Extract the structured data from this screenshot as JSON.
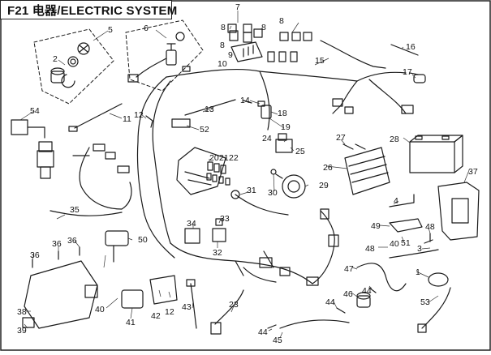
{
  "title": "F21 电器/ELECTRIC SYSTEM",
  "callouts": {
    "c1": "1",
    "c2": "2",
    "c3": "3",
    "c4": "4",
    "c5": "5",
    "c6": "6",
    "c7": "7",
    "c8a": "8",
    "c8b": "8",
    "c8c": "8",
    "c8d": "8",
    "c9": "9",
    "c10": "10",
    "c11": "11",
    "c12a": "12",
    "c12b": "12",
    "c13": "13",
    "c14": "14",
    "c15": "15",
    "c16": "16",
    "c17": "17",
    "c18": "18",
    "c19": "19",
    "c20": "20",
    "c21": "21",
    "c22": "22",
    "c23": "23",
    "c24": "24",
    "c25": "25",
    "c26": "26",
    "c27": "27",
    "c28": "28",
    "c29": "29",
    "c30": "30",
    "c31": "31",
    "c32": "32",
    "c33": "33",
    "c34": "34",
    "c35": "35",
    "c36a": "36",
    "c36b": "36",
    "c36c": "36",
    "c37": "37",
    "c38": "38",
    "c39": "39",
    "c40a": "40",
    "c40b": "40",
    "c41": "41",
    "c42": "42",
    "c43": "43",
    "c44a": "44",
    "c44b": "44",
    "c44c": "44",
    "c45": "45",
    "c46": "46",
    "c47": "47",
    "c48a": "48",
    "c48b": "48",
    "c49": "49",
    "c50": "50",
    "c51": "51",
    "c52": "52",
    "c53": "53",
    "c54": "54"
  }
}
